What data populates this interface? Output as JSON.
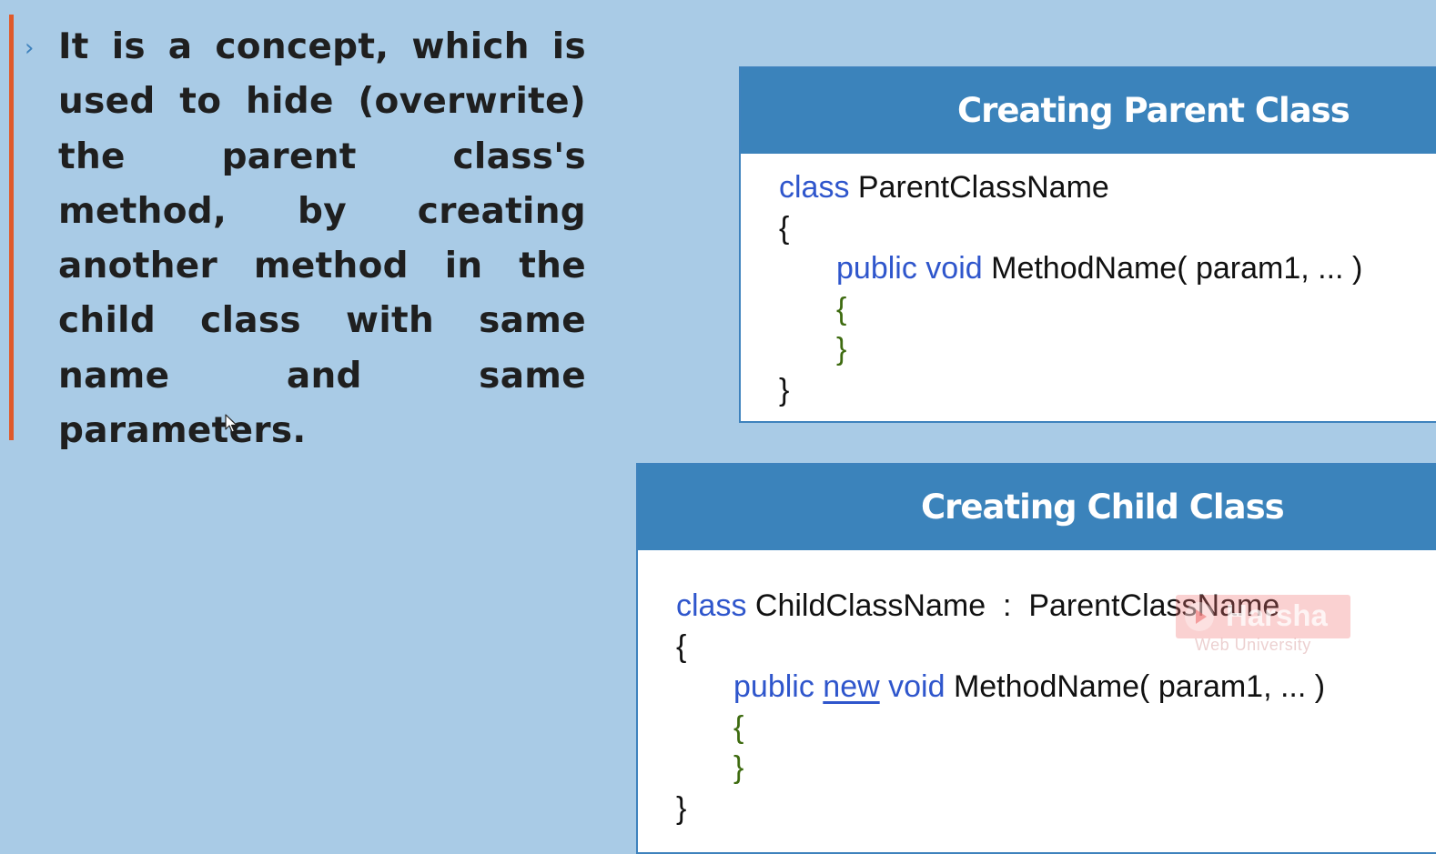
{
  "bullet": {
    "arrow": "›",
    "text": "It is a concept, which is used to hide (overwrite) the parent class's method, by creating another method in the child class with same name and same parameters."
  },
  "parent_card": {
    "title": "Creating Parent Class",
    "line1": {
      "kw": "class",
      "name": " ParentClassName"
    },
    "open_brace": "{",
    "method": {
      "kw1": "public",
      "kw2": "void",
      "sig": " MethodName( param1, ... )"
    },
    "inner_open": "{",
    "inner_close": "}",
    "close_brace": "}"
  },
  "child_card": {
    "title": "Creating Child Class",
    "line1": {
      "kw": "class",
      "name": " ChildClassName  :  ParentClassName"
    },
    "open_brace": "{",
    "method": {
      "kw1": "public",
      "kw_new": "new",
      "kw2": "void",
      "sig": " MethodName( param1, ... )"
    },
    "inner_open": "{",
    "inner_close": "}",
    "close_brace": "}"
  },
  "watermark": {
    "brand": "Harsha",
    "subtitle": "Web University"
  },
  "colors": {
    "background": "#a9cbe6",
    "header": "#3b83bb",
    "accent_bar": "#e05a2b",
    "keyword": "#2f56cc",
    "inner_brace": "#3e6b10"
  }
}
